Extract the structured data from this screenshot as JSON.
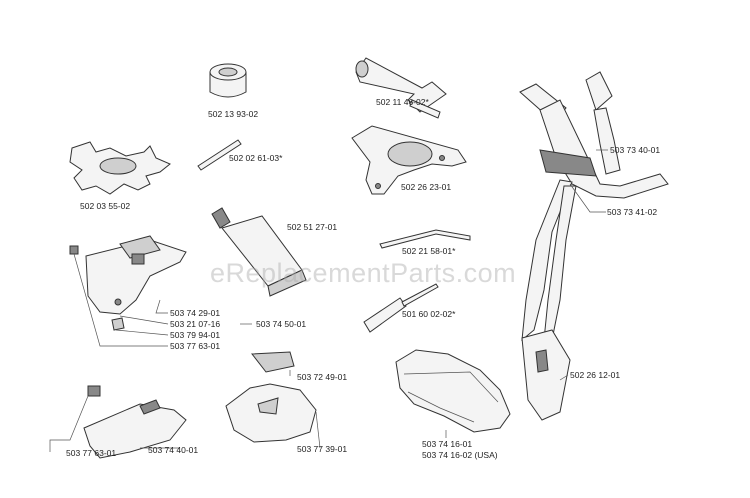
{
  "watermark": "eReplacementParts.com",
  "parts": {
    "p1": "502 13 93-02",
    "p2": "502 11 46-02*",
    "p3": "502 02 61-03*",
    "p4": "502 03 55-02",
    "p5": "502 26 23-01",
    "p6": "503 73 40-01",
    "p7": "503 73 41-02",
    "p8": "502 51 27-01",
    "p9": "502 21 58-01*",
    "p10": "503 74 29-01",
    "p11": "503 21 07-16",
    "p12": "503 74 50-01",
    "p13": "503 79 94-01",
    "p14": "503 77 63-01",
    "p15": "501 60 02-02*",
    "p16": "503 72 49-01",
    "p17": "502 26 12-01",
    "p18": "503 77 39-01",
    "p19": "503 74 16-01",
    "p20": "503 74 16-02 (USA)",
    "p21": "503 77 63-01",
    "p22": "503 74 40-01"
  }
}
